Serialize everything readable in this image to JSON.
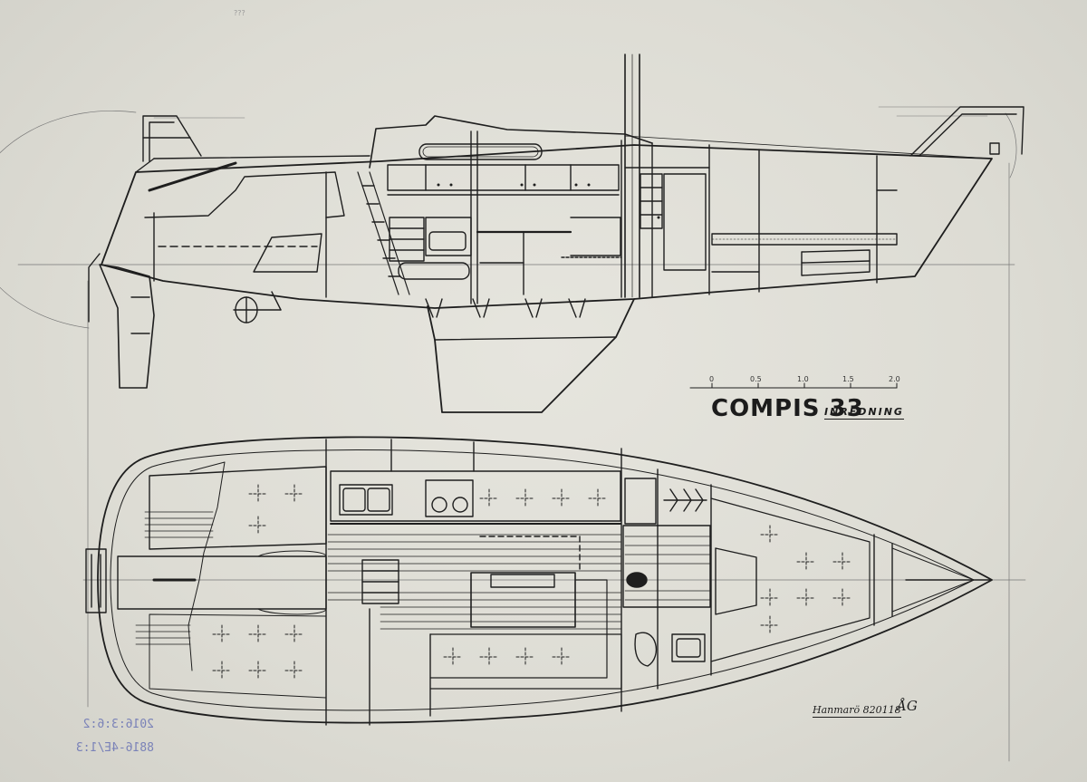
{
  "drawing": {
    "title": "COMPIS 33",
    "subtitle": "INREDNING",
    "signature": "Hanmarö 820118",
    "initials": "ÅG",
    "archive_stamp_1": "2016:3:6:2",
    "archive_stamp_2": "8816-4E/1:3",
    "pencil_note": "???"
  },
  "scale_bar": {
    "labels": [
      "0",
      "0.5",
      "1.0",
      "1.5",
      "2.0"
    ]
  }
}
